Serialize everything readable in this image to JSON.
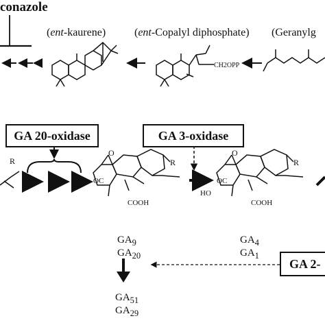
{
  "inhibitor": {
    "label": "conazole"
  },
  "top_row": {
    "ent_kaurene": {
      "prefix": "(",
      "ital": "ent",
      "rest": "-kaurene)"
    },
    "ent_cpp": {
      "prefix": "(",
      "ital": "ent",
      "rest": "-Copalyl diphosphate)"
    },
    "ggpp": {
      "label": "(Geranylg"
    },
    "ch2opp": "CH2OPP"
  },
  "enzymes": {
    "ga20ox": "GA 20-oxidase",
    "ga3ox": "GA 3-oxidase",
    "ga2ox": "GA 2-"
  },
  "structures": {
    "r_left": "R",
    "r_mid": "R",
    "r_right": "R",
    "oc_mid": "OC",
    "oc_right": "OC",
    "cooh_mid": "COOH",
    "cooh_right": "COOH",
    "ho": "HO",
    "o_mid": "O",
    "o_right": "O"
  },
  "gibberellins": {
    "ga9": {
      "base": "GA",
      "sub": "9"
    },
    "ga20": {
      "base": "GA",
      "sub": "20"
    },
    "ga4": {
      "base": "GA",
      "sub": "4"
    },
    "ga1": {
      "base": "GA",
      "sub": "1"
    },
    "ga51": {
      "base": "GA",
      "sub": "51"
    },
    "ga29": {
      "base": "GA",
      "sub": "29"
    }
  }
}
